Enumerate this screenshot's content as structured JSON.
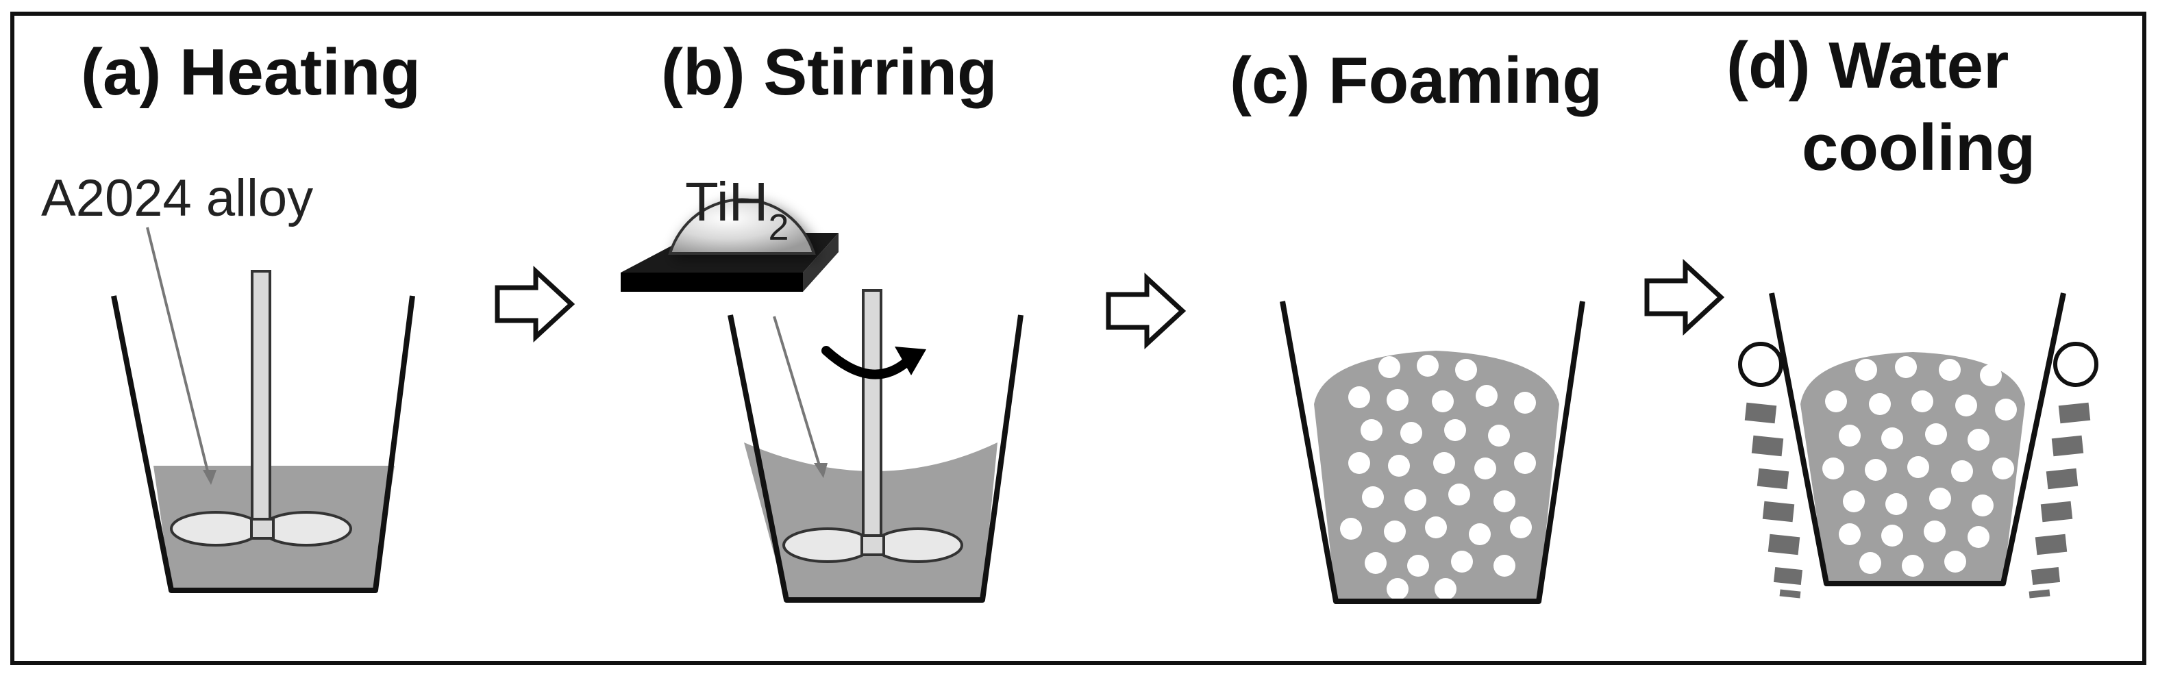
{
  "steps": [
    {
      "id": "a",
      "title": "(a) Heating"
    },
    {
      "id": "b",
      "title": "(b) Stirring"
    },
    {
      "id": "c",
      "title": "(c) Foaming"
    },
    {
      "id": "d",
      "title_line1": "(d) Water",
      "title_line2": "cooling"
    }
  ],
  "labels": {
    "alloy": "A2024 alloy",
    "powder_main": "TiH",
    "powder_sub": "2"
  },
  "colors": {
    "melt": "#a0a0a0",
    "outline": "#111111",
    "bubble": "#ffffff",
    "coolant_blocks": "#6e6e6e",
    "platform": "#1a1a1a"
  },
  "icons": [
    "arrow-right-icon",
    "rotation-arrow-icon"
  ]
}
